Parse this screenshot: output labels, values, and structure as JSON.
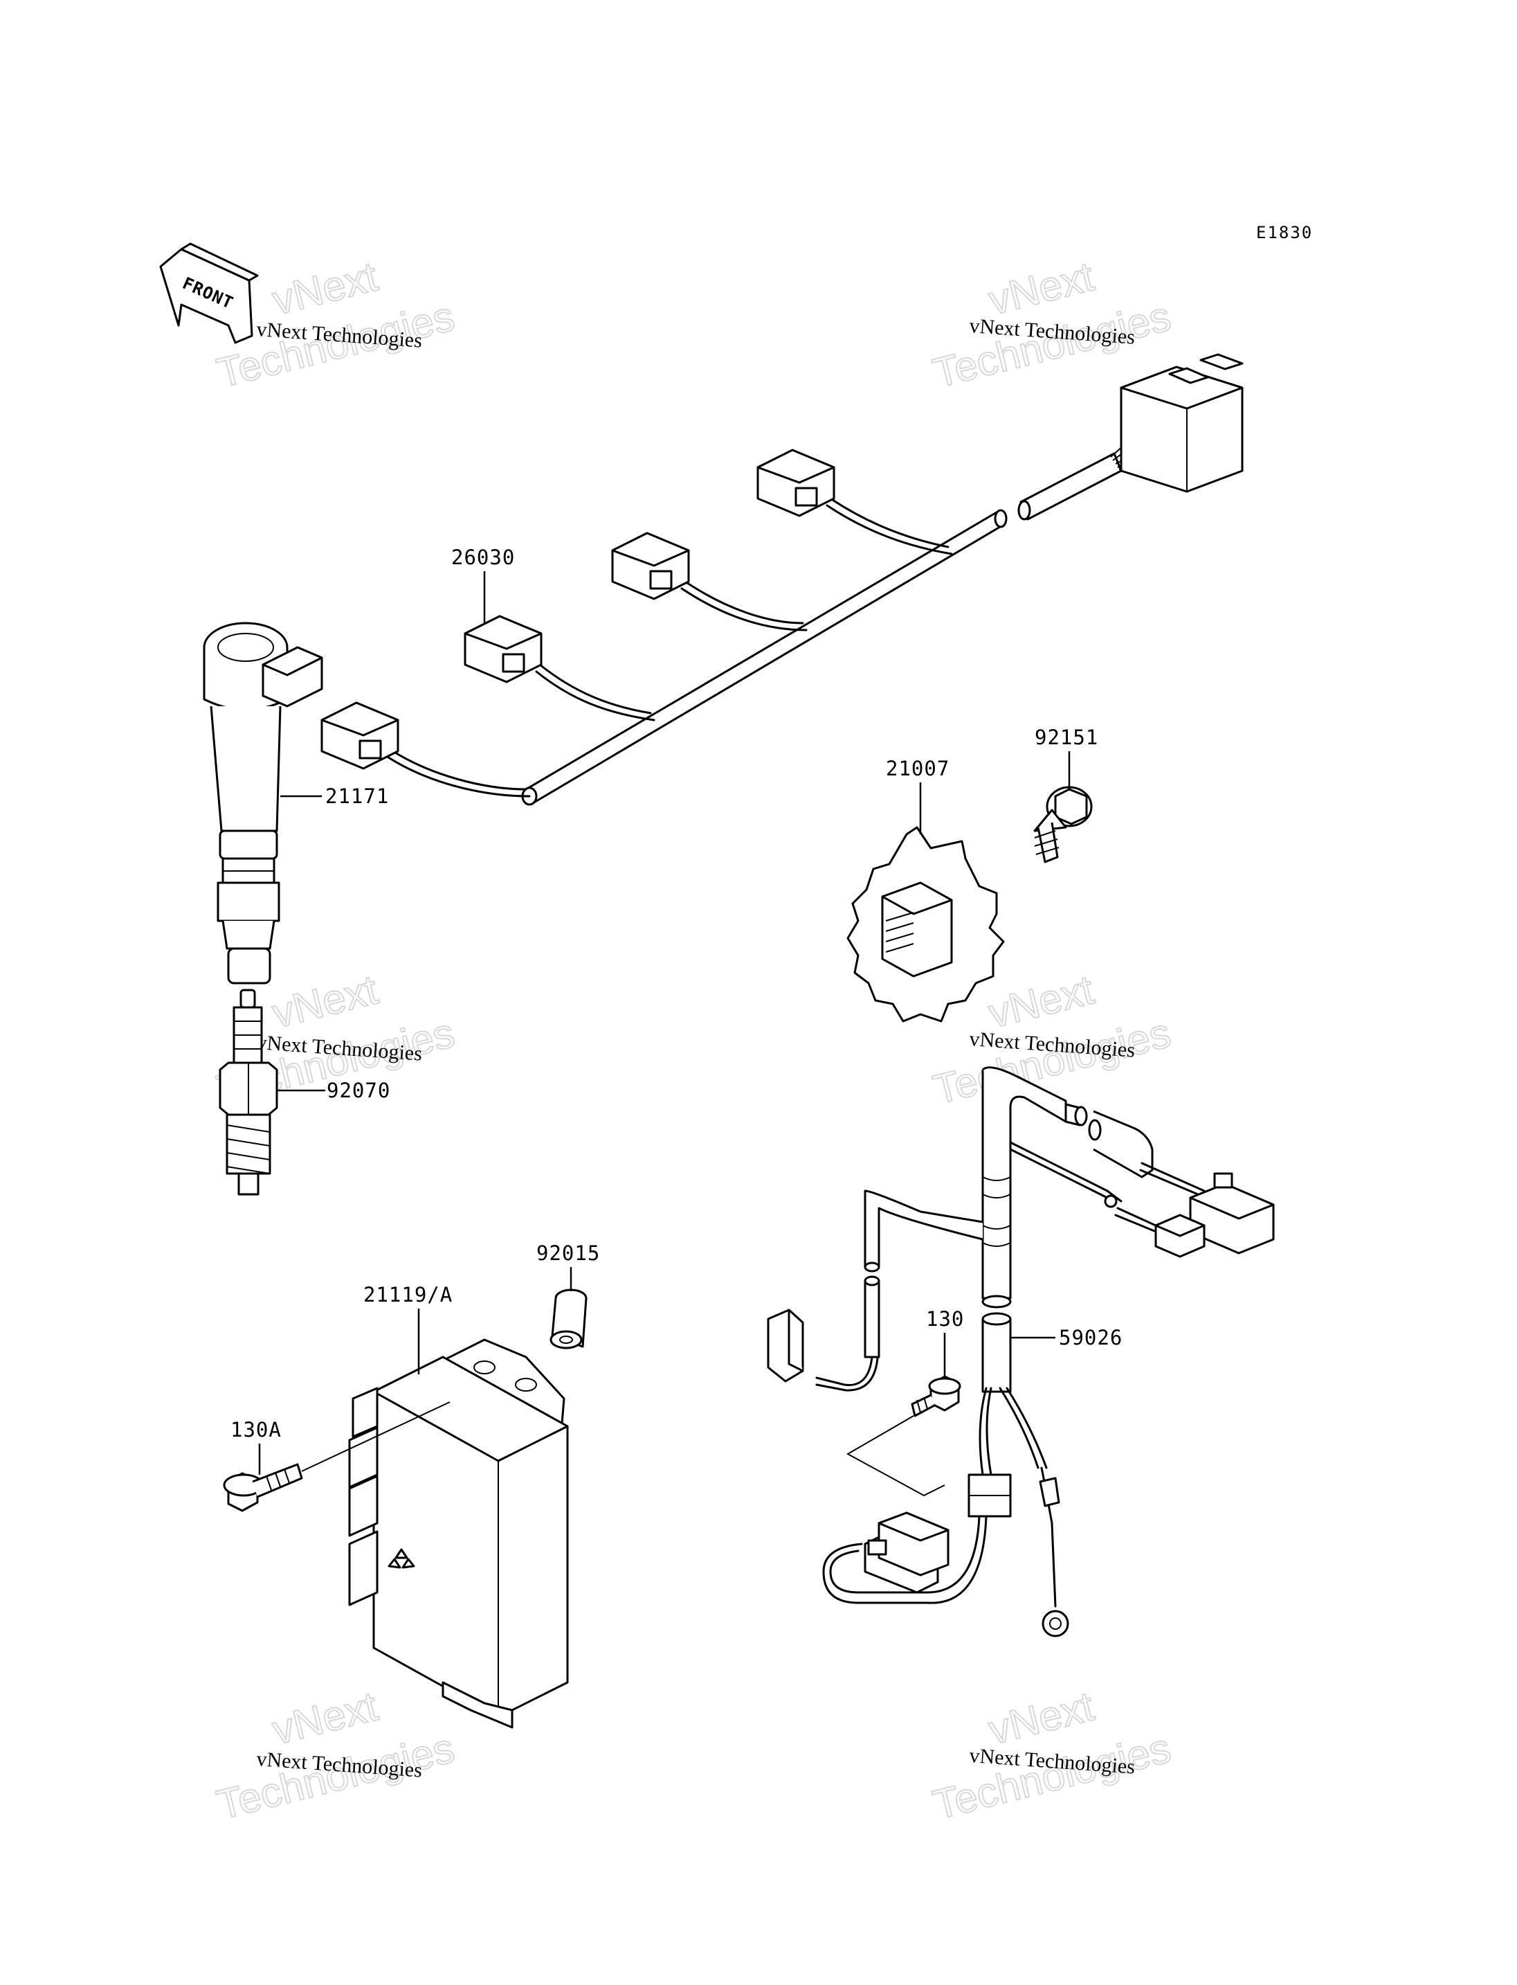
{
  "diagram_code": "E1830",
  "front_label": "FRONT",
  "part_labels": {
    "p26030": "26030",
    "p21171": "21171",
    "p92070": "92070",
    "p21007": "21007",
    "p92151": "92151",
    "p92015": "92015",
    "p21119": "21119/A",
    "p130A": "130A",
    "p130": "130",
    "p59026": "59026"
  },
  "watermark": {
    "line1": "vNext Technologies",
    "line2": "vNext",
    "line3": "Technologies"
  }
}
